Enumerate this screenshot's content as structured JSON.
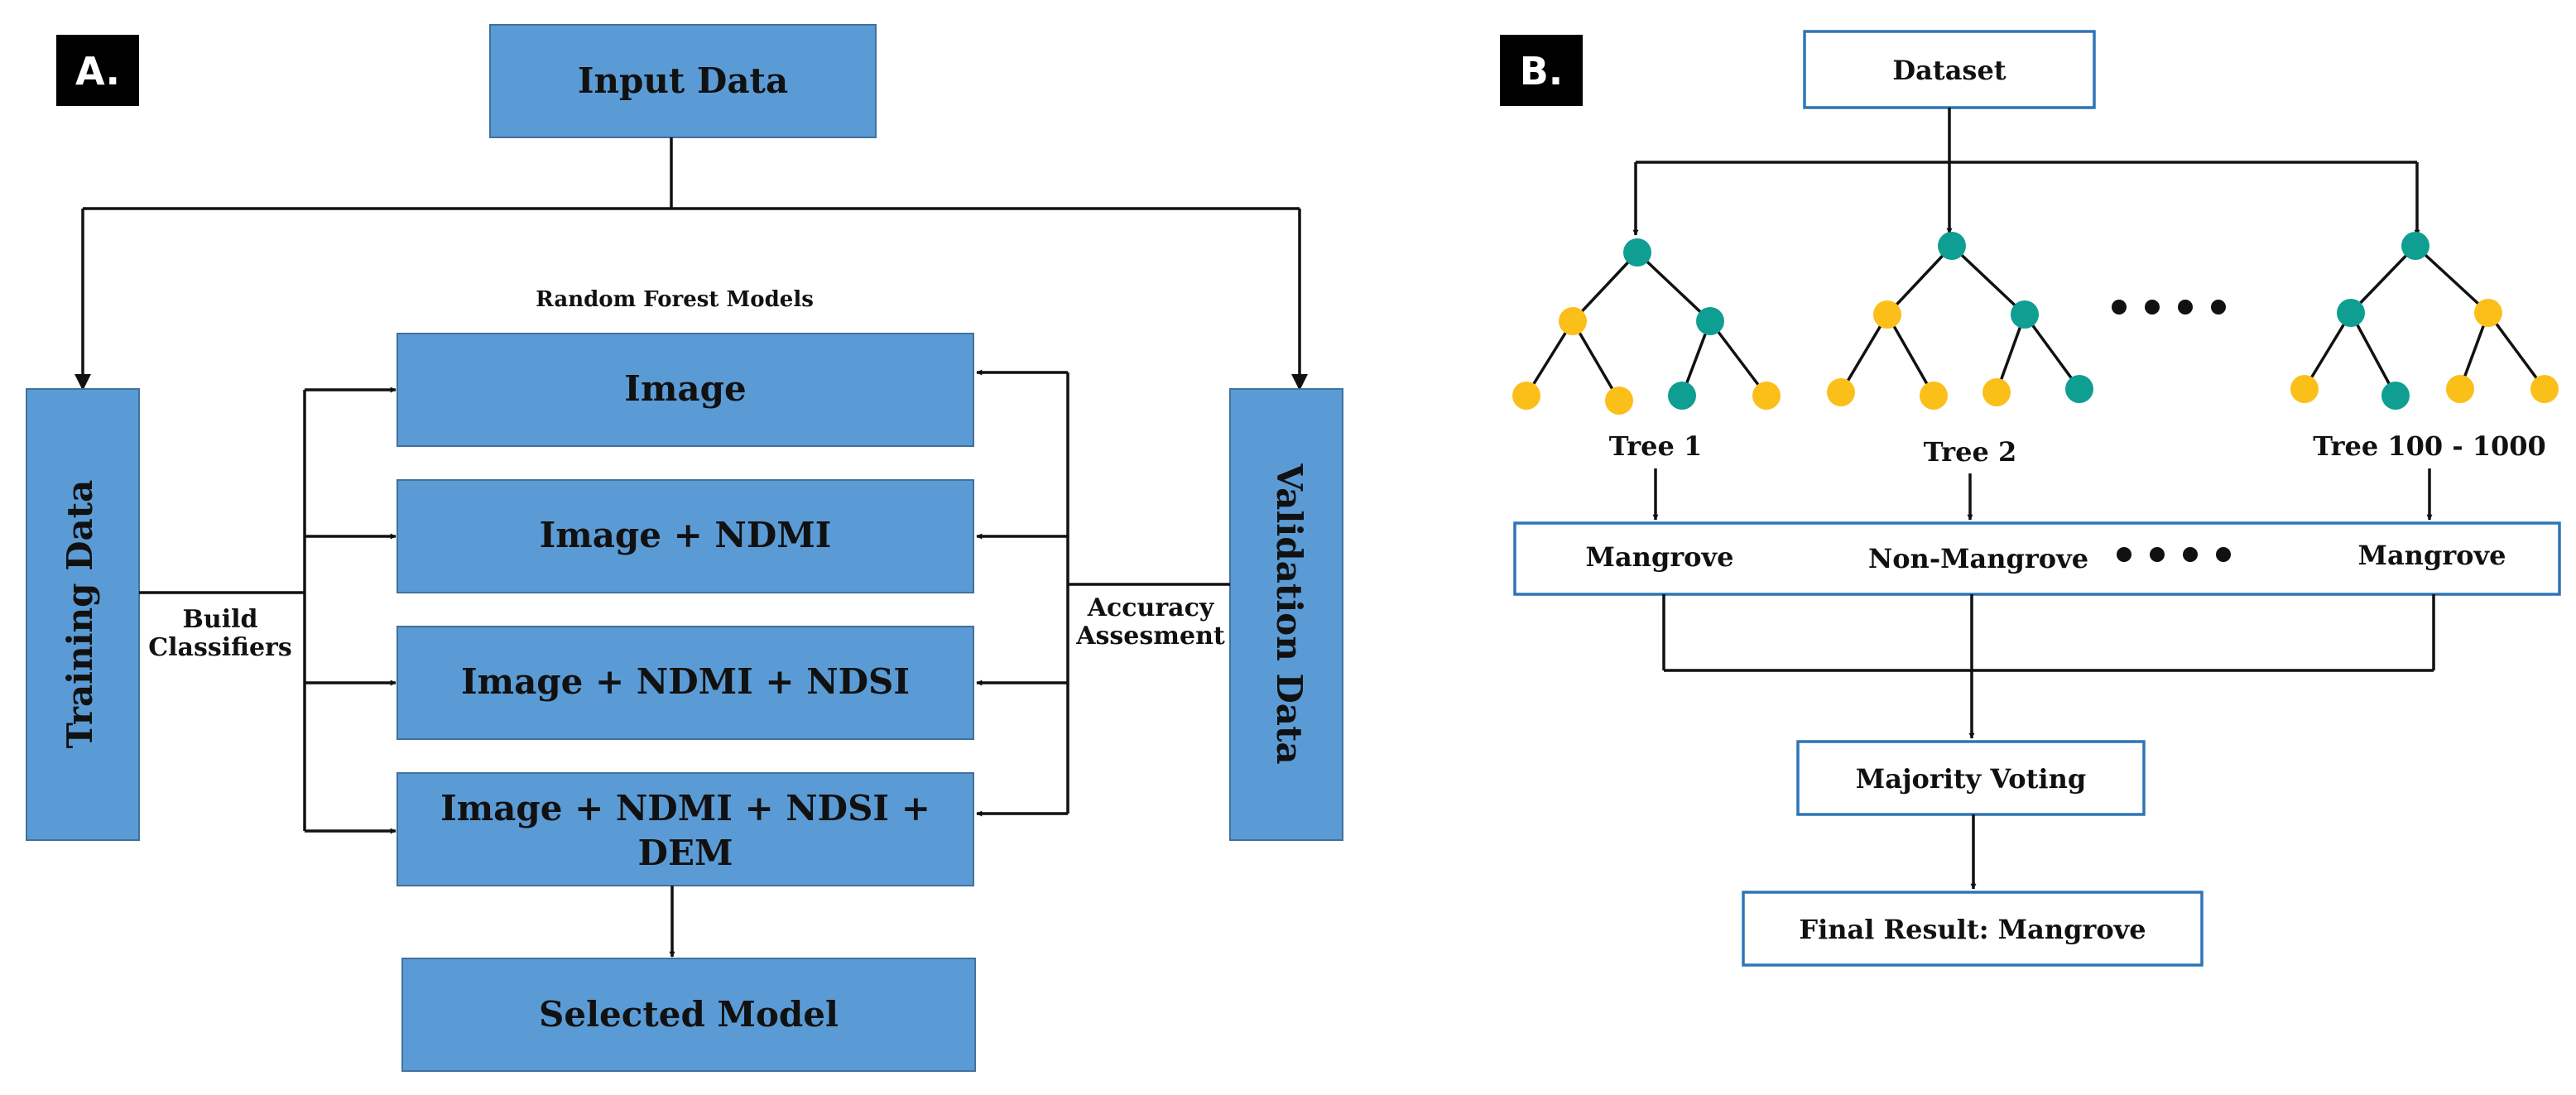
{
  "panel_a": {
    "label": "A.",
    "input_data": "Input Data",
    "training_data": "Training Data",
    "validation_data": "Validation Data",
    "models_title": "Random Forest Models",
    "build_classifiers": [
      "Build",
      "Classifiers"
    ],
    "accuracy_assessment": [
      "Accuracy",
      "Assesment"
    ],
    "models": [
      [
        "Image"
      ],
      [
        "Image + NDMI"
      ],
      [
        "Image + NDMI + NDSI"
      ],
      [
        "Image + NDMI + NDSI +",
        "DEM"
      ]
    ],
    "selected_model": "Selected Model"
  },
  "panel_b": {
    "label": "B.",
    "dataset": "Dataset",
    "trees": [
      {
        "label": "Tree 1",
        "leaves": [
          "yellow",
          "yellow",
          "teal",
          "yellow"
        ],
        "branches": [
          "yellow",
          "teal"
        ]
      },
      {
        "label": "Tree 2",
        "leaves": [
          "yellow",
          "yellow",
          "yellow",
          "teal"
        ],
        "branches": [
          "yellow",
          "teal"
        ]
      },
      {
        "label": "Tree 100 - 1000",
        "leaves": [
          "yellow",
          "teal",
          "yellow",
          "yellow"
        ],
        "branches": [
          "teal",
          "yellow"
        ]
      }
    ],
    "predictions": [
      "Mangrove",
      "Non-Mangrove",
      "Mangrove"
    ],
    "majority_voting": "Majority Voting",
    "final_result": "Final Result: Mangrove"
  },
  "colors": {
    "box_fill": "#5b9bd5",
    "teal_node": "#0e9e92",
    "yellow_node": "#fbbf1a",
    "outline_blue": "#2e75b6"
  }
}
